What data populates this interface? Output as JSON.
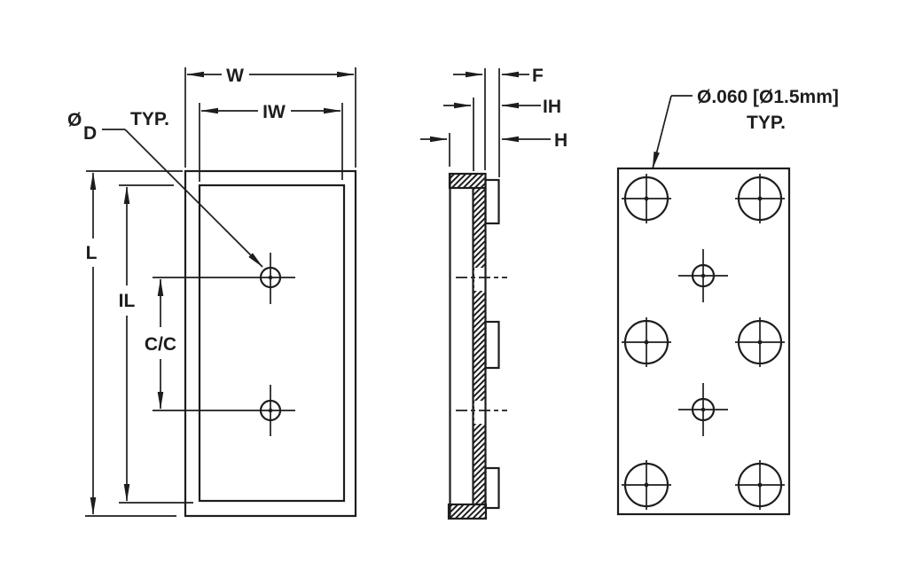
{
  "drawing": {
    "background_color": "#ffffff",
    "line_color": "#1d1d1d",
    "front_view": {
      "dim_w": "W",
      "dim_iw": "IW",
      "dim_l": "L",
      "dim_il": "IL",
      "dim_cc": "C/C",
      "hole_dia_symbol": "Ø",
      "hole_dia_letter": "D",
      "typ_note": "TYP.",
      "hole_count": 2
    },
    "section_view": {
      "dim_f": "F",
      "dim_ih": "IH",
      "dim_h": "H",
      "tab_count": 3,
      "hole_count": 2
    },
    "rear_view": {
      "hole_callout": "Ø.060 [Ø1.5mm]",
      "typ_note": "TYP.",
      "large_hole_count": 6,
      "small_hole_count": 2
    }
  }
}
